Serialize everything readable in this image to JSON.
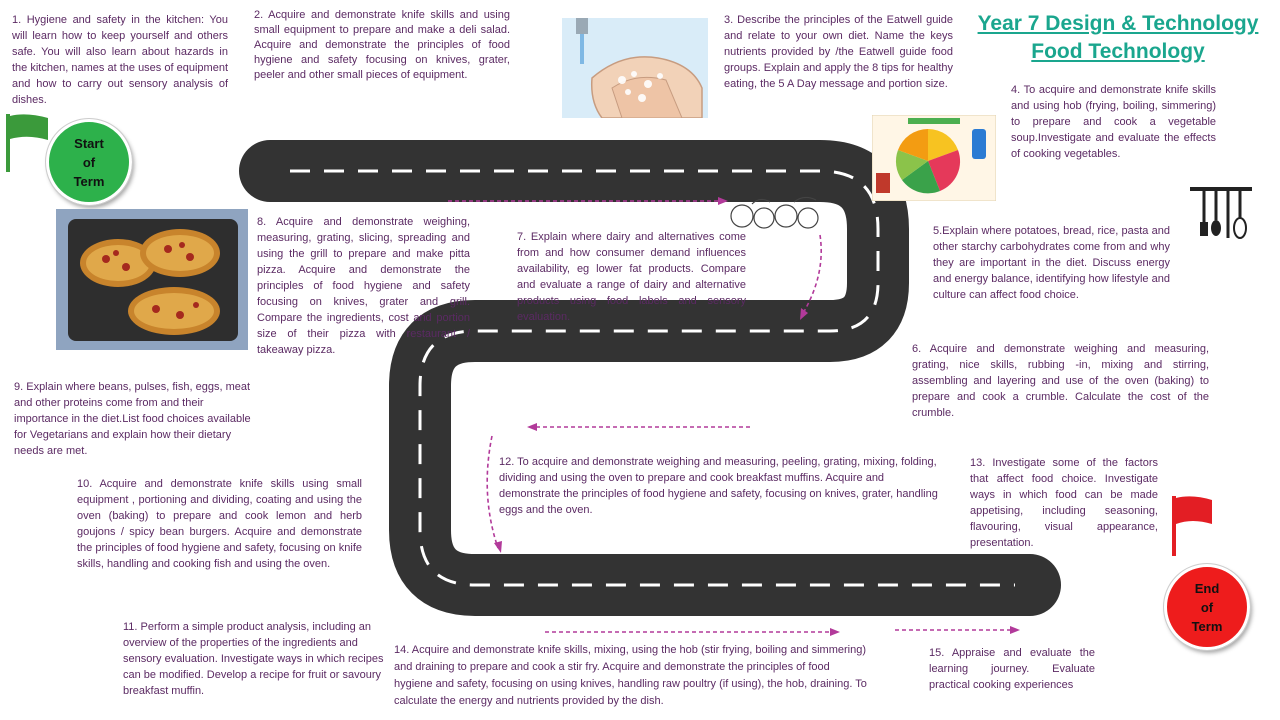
{
  "title": {
    "line1": "Year 7 Design & Technology",
    "line2": "Food Technology"
  },
  "start": {
    "line1": "Start",
    "line2": "of",
    "line3": "Term"
  },
  "end": {
    "line1": "End",
    "line2": "of",
    "line3": "Term"
  },
  "colors": {
    "road": "#333333",
    "road_dash": "#ffffff",
    "arrow": "#b23a9a",
    "text": "#5b2a63",
    "title": "#1aa68e",
    "start": "#2db14b",
    "end": "#ee1c1c",
    "flag_green": "#3b9a3b",
    "flag_red": "#e31e24"
  },
  "icons": [
    "green-flag-icon",
    "red-flag-icon",
    "hand-washing-image",
    "eatwell-guide-image",
    "pitta-pizza-image",
    "utensils-rack-icon",
    "fruit-sketch-icon"
  ],
  "steps": {
    "s1": "1. Hygiene and safety in the kitchen: You will learn how to keep yourself and others safe. You will also learn about hazards in the kitchen, names at the uses of equipment and how to carry out sensory analysis of dishes.",
    "s2": "2. Acquire and demonstrate knife skills and using small equipment to prepare and make a deli salad. Acquire and demonstrate the principles of food hygiene and safety focusing on knives, grater, peeler and other small pieces of equipment.",
    "s3": "3. Describe the principles of the Eatwell guide and relate to your own diet. Name the keys nutrients provided by /the Eatwell guide food groups. Explain and apply the 8 tips for healthy eating, the 5 A Day message and portion size.",
    "s4": "4. To acquire and demonstrate knife skills and using hob (frying, boiling, simmering) to prepare and cook a vegetable soup.Investigate and evaluate the effects of cooking vegetables.",
    "s5": "5.Explain where potatoes, bread, rice, pasta and other starchy carbohydrates come from and why they are important in the diet. Discuss energy and energy balance, identifying how lifestyle and culture can affect food choice.",
    "s6": "6. Acquire and demonstrate weighing and measuring, grating, nice skills, rubbing -in, mixing and stirring, assembling and layering and use of the oven (baking) to prepare and cook a crumble. Calculate the cost of the crumble.",
    "s7": "7. Explain where dairy and alternatives come from and how consumer demand influences availability, eg lower fat products. Compare and evaluate a range of dairy and alternative products using food labels and sensory evaluation.",
    "s8": "8. Acquire and demonstrate weighing, measuring, grating, slicing, spreading and using the grill to prepare and make pitta pizza. Acquire and demonstrate the principles of food hygiene and safety focusing on knives, grater and grill. Compare the ingredients, cost and portion size of their pizza with restaurant / takeaway pizza.",
    "s9": "9. Explain where beans, pulses, fish, eggs, meat and other proteins come from and their importance in the diet.List food choices available for Vegetarians and explain how their dietary needs are met.",
    "s10": "10. Acquire and demonstrate knife skills using small equipment , portioning and dividing, coating and using the oven (baking) to prepare and cook lemon and herb goujons / spicy bean burgers. Acquire and demonstrate the principles of food hygiene and safety, focusing on knife skills, handling and cooking fish and using the oven.",
    "s11": "11. Perform a simple product analysis, including an overview of the properties of the ingredients and sensory evaluation. Investigate ways in which recipes can be modified. Develop a recipe for fruit or savoury breakfast muffin.",
    "s12": "12. To acquire and demonstrate weighing and measuring, peeling, grating, mixing, folding, dividing and using the oven to prepare and cook breakfast muffins. Acquire and demonstrate the principles of food hygiene and safety, focusing on knives, grater, handling eggs and the oven.",
    "s13": "13. Investigate some of the factors that affect food choice. Investigate ways in which food can be made appetising, including seasoning, flavouring, visual appearance, presentation.",
    "s14": "14. Acquire and demonstrate knife skills, mixing, using the hob (stir frying, boiling and simmering) and draining to prepare and cook a stir fry. Acquire and demonstrate the principles of food hygiene and safety, focusing on using knives, handling raw poultry (if using), the hob, draining. To calculate the energy and nutrients provided by the dish.",
    "s15": "15. Appraise and evaluate the learning journey. Evaluate practical cooking experiences"
  }
}
